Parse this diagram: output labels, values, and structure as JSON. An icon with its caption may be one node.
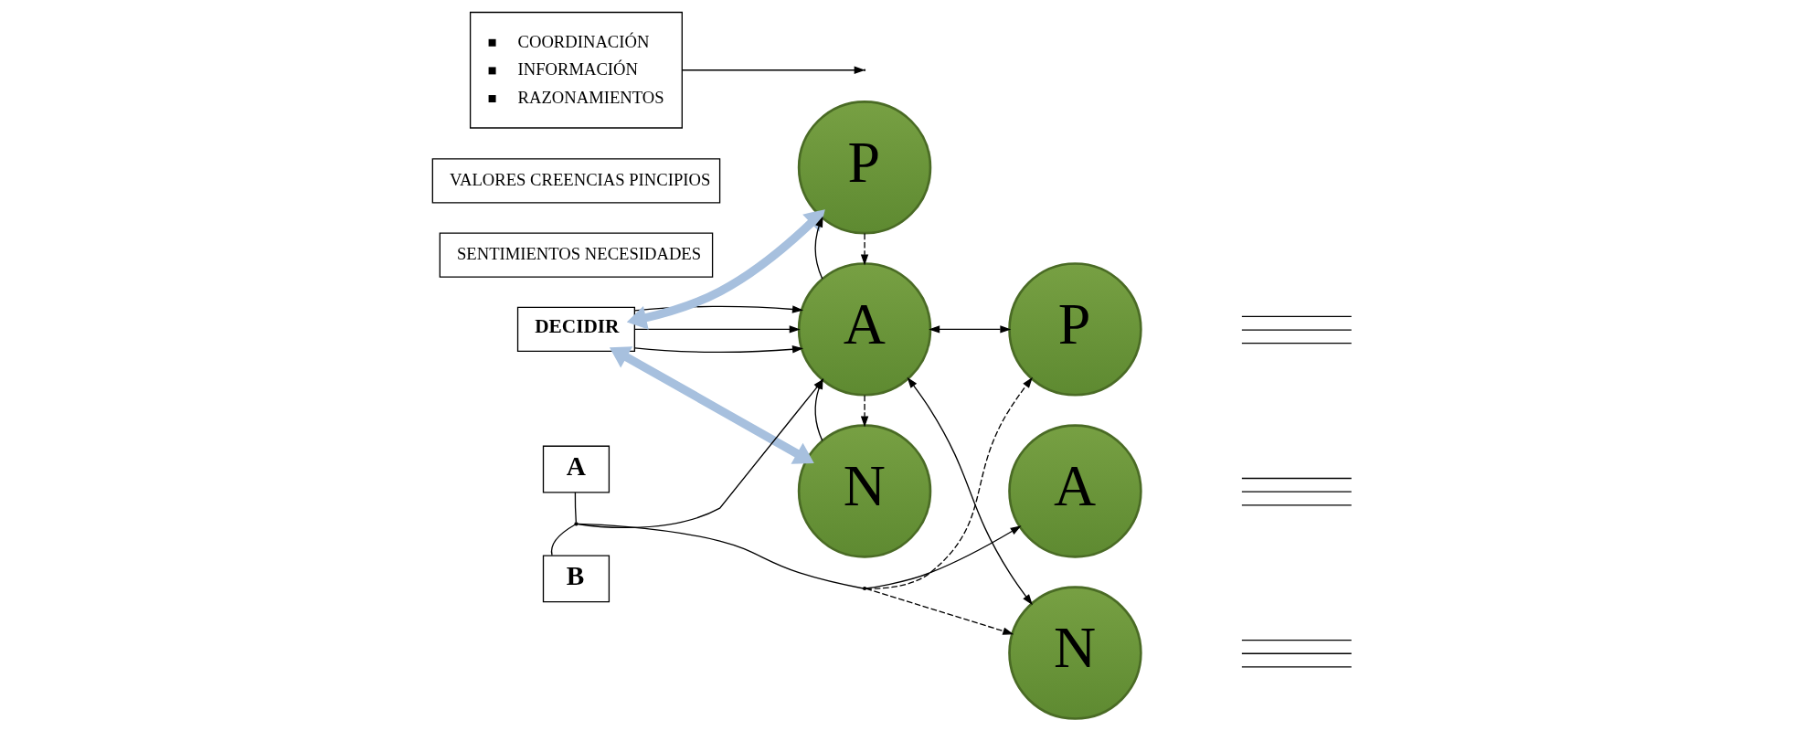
{
  "diagram": {
    "nodes": [
      {
        "text": [
          "DECIDIR"
        ]
      },
      {
        "text": [
          "P"
        ]
      },
      {
        "text": [
          "A"
        ]
      },
      {
        "text": [
          "N"
        ]
      },
      {
        "text": [
          "COORDINACIÓN",
          "INFORMACIÓN",
          "RAZONAMIENTOS"
        ]
      },
      {
        "text": [
          "A"
        ]
      },
      {
        "text": [
          "B"
        ]
      },
      {
        "text": [
          "VALORES CREENCIAS PINCIPIOS"
        ]
      },
      {
        "text": [
          "SENTIMIENTOS NECESIDADES"
        ]
      },
      {
        "text": [
          "P"
        ]
      },
      {
        "text": [
          "A"
        ]
      },
      {
        "text": [
          "N"
        ]
      },
      {
        "text": [],
        "shape": "point"
      },
      {
        "text": [],
        "shape": "point"
      }
    ],
    "edges": [
      {
        "from": 0,
        "to": 2,
        "arrow": "to"
      },
      {
        "from": 0,
        "to": 2,
        "arrow": "to"
      },
      {
        "from": 0,
        "to": 2,
        "arrow": "to"
      },
      {
        "from": 1,
        "to": 0,
        "arrow": "both",
        "style": "thick",
        "color": "#a7c0de"
      },
      {
        "from": 0,
        "to": 3,
        "arrow": "both",
        "style": "thick",
        "color": "#a7c0de"
      },
      {
        "from": 1,
        "to": 2,
        "arrow": "to",
        "style": "dashed"
      },
      {
        "from": 2,
        "to": 1,
        "arrow": "to"
      },
      {
        "from": 2,
        "to": 3,
        "arrow": "to",
        "style": "dashed"
      },
      {
        "from": 3,
        "to": 2,
        "arrow": "to"
      },
      {
        "from": 2,
        "to": 9,
        "arrow": "both"
      },
      {
        "from": 2,
        "to": 11,
        "arrow": "both"
      },
      {
        "from": 12,
        "to": 2,
        "arrow": "to"
      },
      {
        "from": 5,
        "to": 12,
        "arrow": "none"
      },
      {
        "from": 6,
        "to": 12,
        "arrow": "none"
      },
      {
        "from": 12,
        "to": 13,
        "arrow": "none"
      },
      {
        "from": 4,
        "to": null,
        "arrow": "to"
      },
      {
        "from": 13,
        "to": 9,
        "arrow": "to",
        "style": "dashed"
      },
      {
        "from": 13,
        "to": 10,
        "arrow": "to"
      },
      {
        "from": 13,
        "to": 11,
        "arrow": "to",
        "style": "dashed"
      }
    ]
  }
}
